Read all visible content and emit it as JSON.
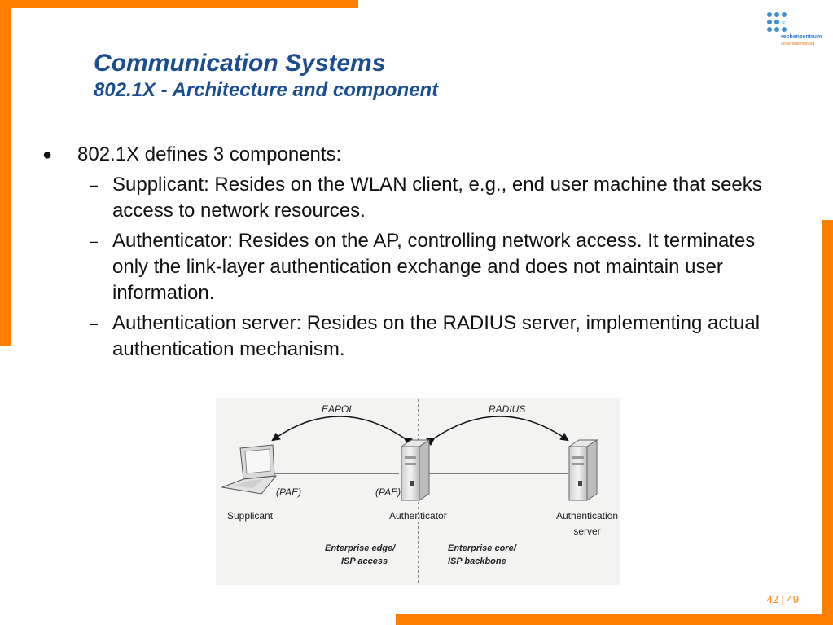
{
  "title": "Communication Systems",
  "subtitle": "802.1X - Architecture and component",
  "logo": {
    "rz": "rz",
    "name": "rechenzentrum",
    "university": "universität freiburg"
  },
  "bullets": [
    {
      "text": "802.1X defines 3 components:"
    }
  ],
  "sub_bullets": [
    {
      "text": "Supplicant: Resides on the WLAN client, e.g., end user machine that seeks access to network resources."
    },
    {
      "text": "Authenticator: Resides on the AP, controlling network access. It terminates only the link-layer authentication exchange and does not maintain user information."
    },
    {
      "text": "Authentication server: Resides on the RADIUS server, implementing actual authentication mechanism."
    }
  ],
  "diagram": {
    "eapol": "EAPOL",
    "radius": "RADIUS",
    "pae_left": "(PAE)",
    "pae_right": "(PAE)",
    "supplicant": "Supplicant",
    "authenticator": "Authenticator",
    "auth_server_line1": "Authentication",
    "auth_server_line2": "server",
    "edge_line1": "Enterprise edge/",
    "edge_line2": "ISP access",
    "core_line1": "Enterprise core/",
    "core_line2": "ISP backbone"
  },
  "page": {
    "current": "42",
    "separator": "|",
    "total": "49"
  },
  "colors": {
    "accent": "#ff8000",
    "title": "#1a4e8f"
  }
}
